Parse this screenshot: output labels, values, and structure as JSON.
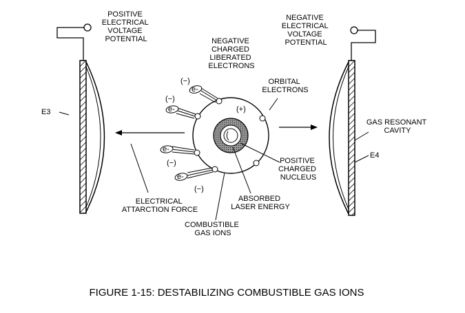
{
  "labels": {
    "positive_potential": [
      "POSITIVE",
      "ELECTRICAL",
      "VOLTAGE",
      "POTENTIAL"
    ],
    "negative_potential": [
      "NEGATIVE",
      "ELECTRICAL",
      "VOLTAGE",
      "POTENTIAL"
    ],
    "liberated_electrons": [
      "NEGATIVE",
      "CHARGED",
      "LIBERATED",
      "ELECTRONS"
    ],
    "orbital_electrons": [
      "ORBITAL",
      "ELECTRONS"
    ],
    "gas_resonant_cavity": [
      "GAS RESONANT",
      "CAVITY"
    ],
    "e3": "E3",
    "e4": "E4",
    "positive_nucleus": [
      "POSITIVE",
      "CHARGED",
      "NUCLEUS"
    ],
    "absorbed_laser": [
      "ABSORBED",
      "LASER ENERGY"
    ],
    "attraction_force": [
      "ELECTRICAL",
      "ATTARCTION FORCE"
    ],
    "combustible_ions": [
      "COMBUSTIBLE",
      "GAS IONS"
    ],
    "plus_sign": "(+)",
    "minus_sign": "(−)"
  },
  "caption": "FIGURE 1-15: DESTABILIZING COMBUSTIBLE GAS IONS"
}
